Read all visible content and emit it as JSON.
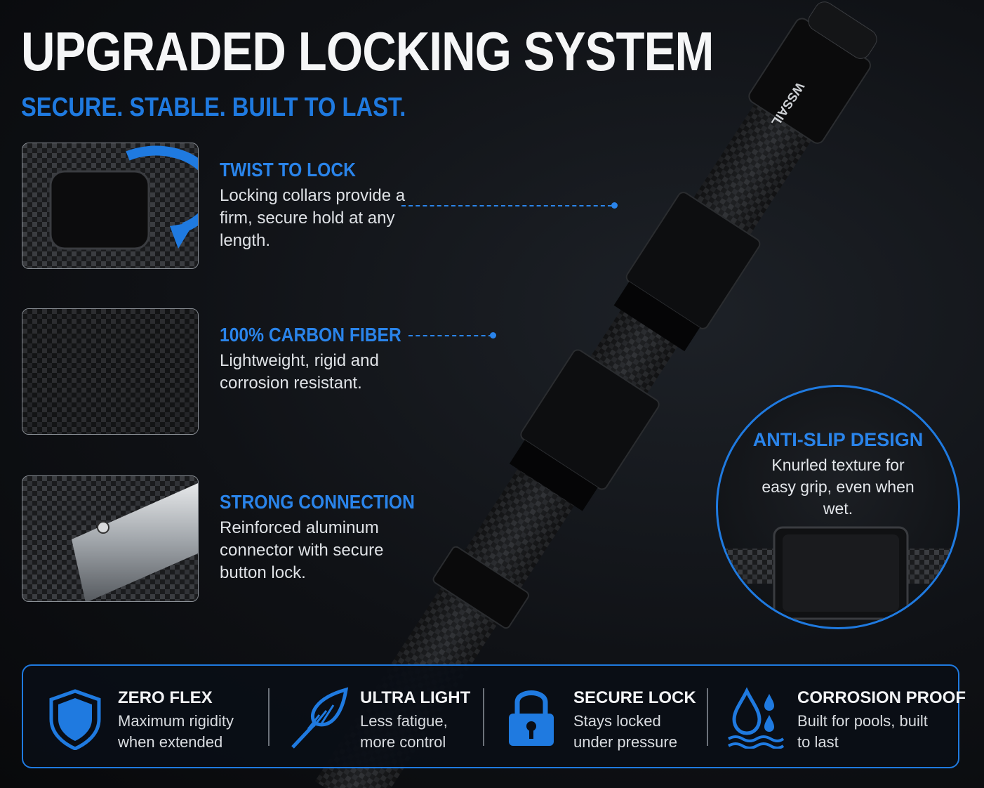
{
  "header": {
    "title": "UPGRADED LOCKING SYSTEM",
    "subtitle": "SECURE. STABLE. BUILT TO LAST."
  },
  "product": {
    "brand_mark": "WSSAIL"
  },
  "features": [
    {
      "title": "TWIST TO LOCK",
      "text": "Locking collars provide a firm, secure hold at any length."
    },
    {
      "title": "100% CARBON FIBER",
      "text": "Lightweight, rigid and corrosion resistant."
    },
    {
      "title": "STRONG CONNECTION",
      "text": "Reinforced aluminum connector with secure button lock."
    }
  ],
  "callout": {
    "title": "ANTI-SLIP DESIGN",
    "text": "Knurled texture for easy grip, even when wet."
  },
  "benefits": [
    {
      "icon": "shield-icon",
      "title": "ZERO FLEX",
      "text": "Maximum rigidity when extended"
    },
    {
      "icon": "feather-icon",
      "title": "ULTRA LIGHT",
      "text": "Less fatigue, more control"
    },
    {
      "icon": "padlock-icon",
      "title": "SECURE LOCK",
      "text": "Stays locked under pressure"
    },
    {
      "icon": "water-drops-icon",
      "title": "CORROSION PROOF",
      "text": "Built for pools, built to last"
    }
  ],
  "colors": {
    "accent": "#1f7ae0",
    "background": "#0f1115",
    "text": "#e6e8eb"
  }
}
